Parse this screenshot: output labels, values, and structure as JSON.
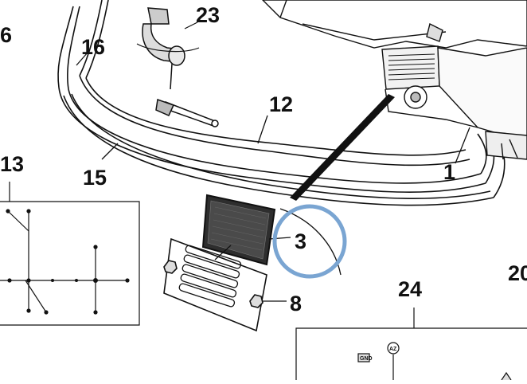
{
  "callouts": {
    "c1": "1",
    "c3": "3",
    "c8": "8",
    "c12": "12",
    "c13": "13",
    "c15": "15",
    "c16": "16",
    "c16_edge": "6",
    "c20_edge": "20",
    "c23": "23",
    "c24": "24"
  },
  "inset_icons": {
    "ground_box": "GND",
    "fuse_symbol": "AZ"
  },
  "colors": {
    "line": "#111111",
    "highlight_circle": "#7aa5d2",
    "background": "#ffffff"
  }
}
